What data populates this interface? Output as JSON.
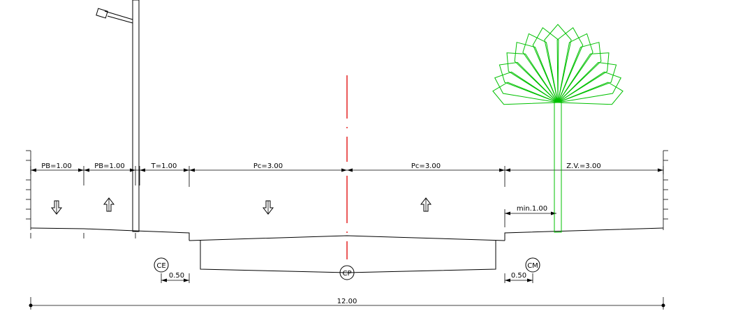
{
  "dimensions": {
    "pb1": "PB=1.00",
    "pb2": "PB=1.00",
    "t": "T=1.00",
    "pc1": "Pc=3.00",
    "pc2": "Pc=3.00",
    "zv": "Z.V.=3.00",
    "min": "min.1.00",
    "offset_left": "0.50",
    "offset_right": "0.50",
    "total": "12.00"
  },
  "markers": {
    "ce": "CE",
    "cp": "CP",
    "cm": "CM"
  },
  "colors": {
    "linework": "#000000",
    "axis": "#e00000",
    "tree": "#00c000",
    "background": "#ffffff"
  },
  "icons": {
    "arrow_down": "hollow-arrow-down-icon",
    "arrow_up": "hollow-arrow-up-icon",
    "lamp_post": "street-lamp-icon",
    "palm_tree": "palm-tree-icon"
  }
}
